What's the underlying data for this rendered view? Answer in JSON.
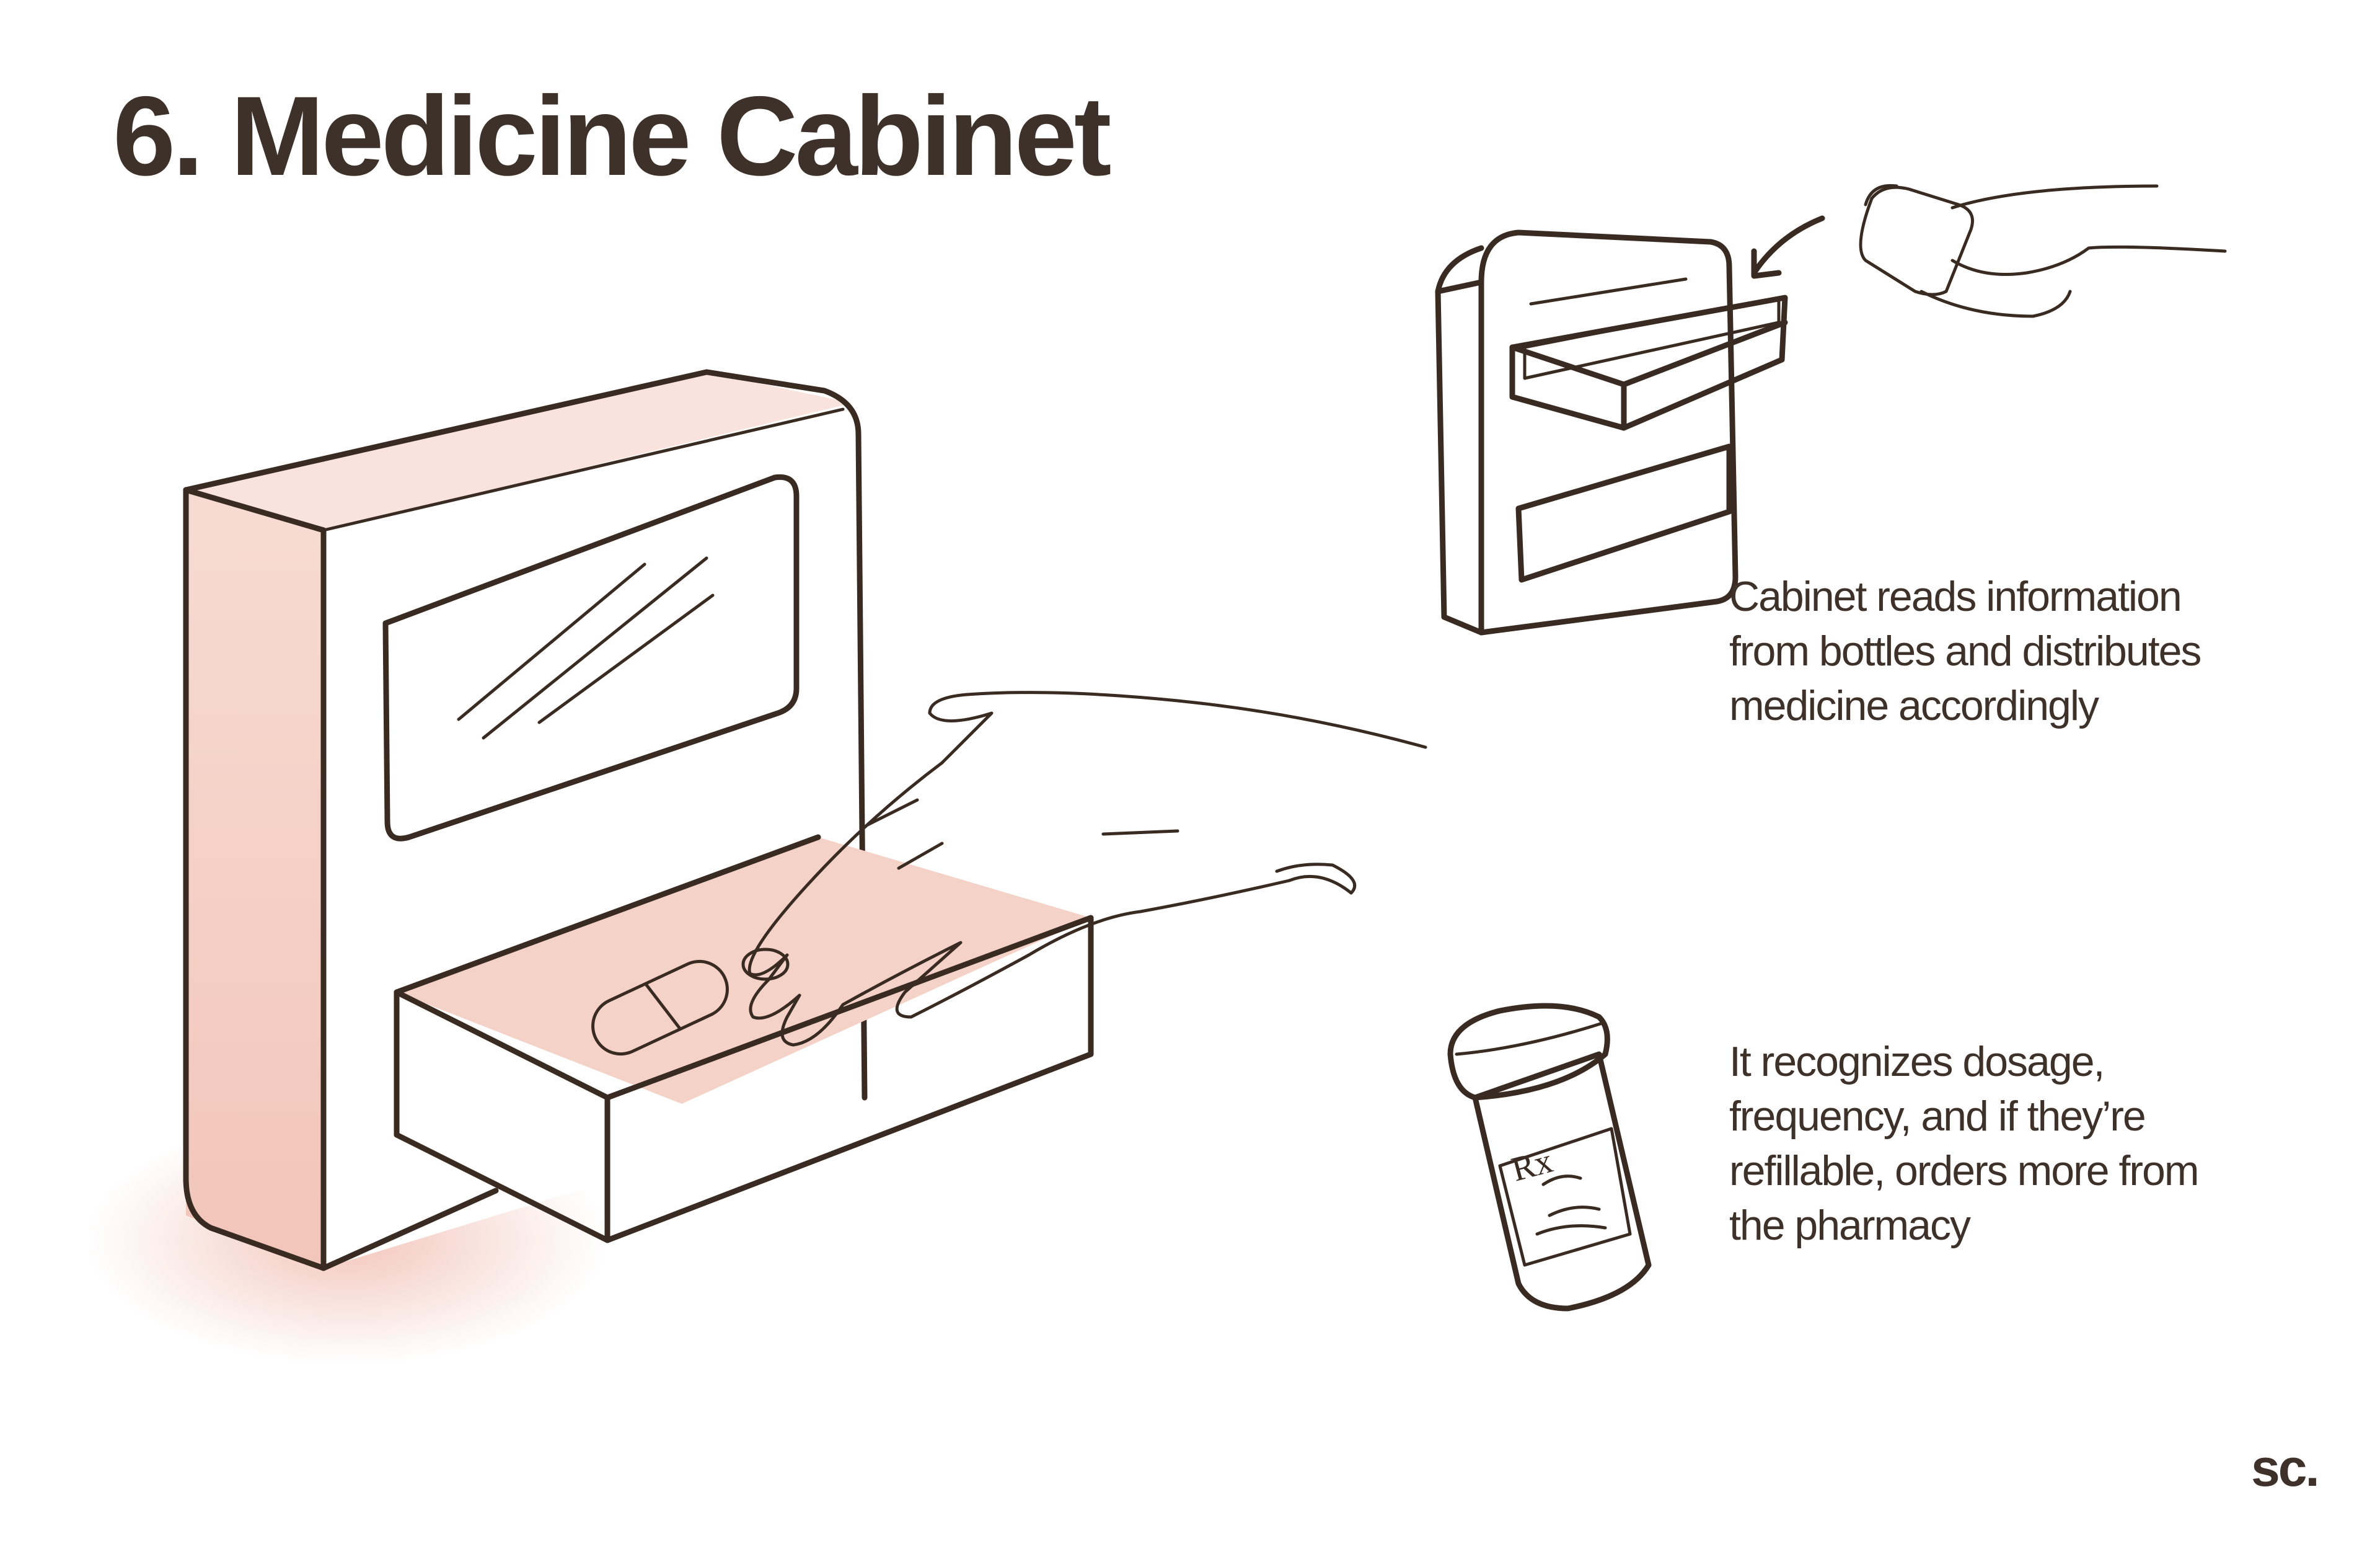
{
  "header": {
    "number": "6.",
    "title": "Medicine Cabinet"
  },
  "captions": [
    "Cabinet reads information\nfrom bottles and distributes\nmedicine accordingly",
    "It recognizes dosage,\nfrequency, and if they’re\nrefillable, orders more from\nthe pharmacy"
  ],
  "brand": {
    "logo_text": "sc."
  },
  "illustration": {
    "label_mark": "Rx",
    "ink_color": "#3a2b22",
    "fill_color": "#f4cfc4",
    "shadow_color": "#f2c3b8"
  }
}
